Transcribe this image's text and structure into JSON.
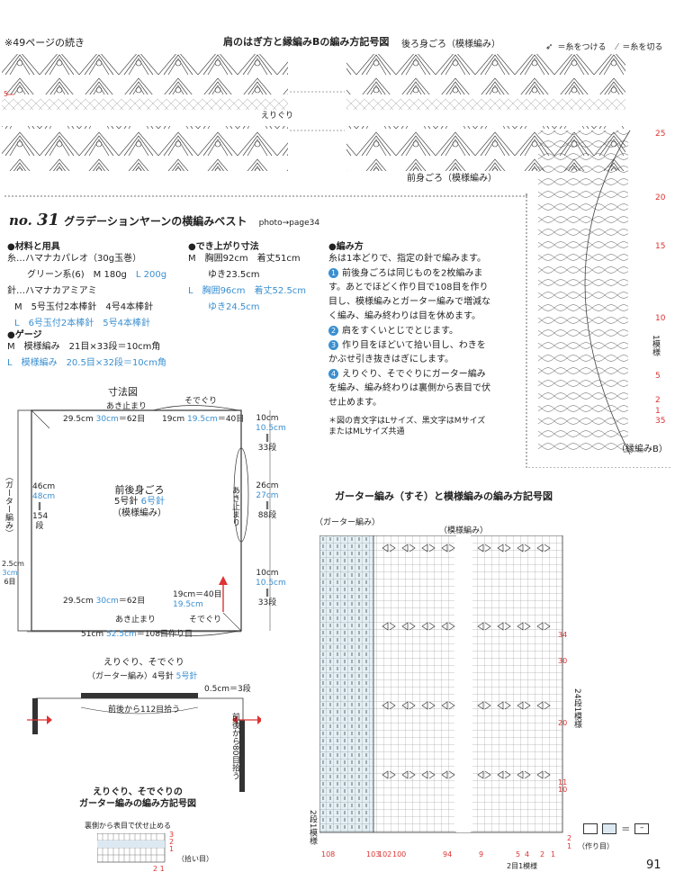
{
  "header": {
    "continued": "※49ページの続き",
    "title_top": "肩のはぎ方と縁編みBの編み方記号図",
    "legend_attach": "＝糸をつける",
    "legend_cut": "＝糸を切る"
  },
  "top_chart": {
    "back_armhole": "後ろ身ごろ（模様編み）",
    "front_armhole": "前身ごろ（模様編み）",
    "neck": "えりぐり",
    "left_marker": "5",
    "right_numbers": [
      "25",
      "20",
      "15",
      "10",
      "5",
      "2",
      "1",
      "35"
    ],
    "pattern_unit": "1模様",
    "edging": "（縁編みB）"
  },
  "work": {
    "no": "no.",
    "num": "31",
    "title": "グラデーションヤーンの横編みベスト",
    "photo": "photo→page34"
  },
  "materials": {
    "heading": "●材料と用具",
    "yarn1": "糸…ハマナカパレオ（30g玉巻）",
    "yarn2_prefix": "グリーン系(6)　M 180g",
    "yarn2_l": "L 200g",
    "needle1": "針…ハマナカアミアミ",
    "needle2": "M　5号玉付2本棒針　4号4本棒針",
    "needle3": "L　6号玉付2本棒針　5号4本棒針"
  },
  "gauge": {
    "heading": "●ゲージ",
    "m": "M　模様編み　21目×33段＝10cm角",
    "l": "L　模様編み　20.5目×32段＝10cm角"
  },
  "finished": {
    "heading": "●でき上がり寸法",
    "m1": "M　胸囲92cm　着丈51cm",
    "m2": "ゆき23.5cm",
    "l1": "L　胸囲96cm　着丈52.5cm",
    "l2": "ゆき24.5cm"
  },
  "method": {
    "heading": "●編み方",
    "intro": "糸は1本どりで、指定の針で編みます。",
    "s1a": "前後身ごろは同じものを2枚編みま",
    "s1b": "す。あとでほどく作り目で108目を作り",
    "s1c": "目し、模様編みとガーター編みで増減な",
    "s1d": "く編み、編み終わりは目を休めます。",
    "s2": "肩をすくいとじでとじます。",
    "s3a": "作り目をほどいて拾い目し、わきを",
    "s3b": "かぶせ引き抜きはぎにします。",
    "s4a": "えりぐり、そでぐりにガーター編み",
    "s4b": "を編み、編み終わりは裏側から表目で伏",
    "s4c": "せ止めます。",
    "note1": "＊図の青文字はLサイズ、黒文字はMサイズ",
    "note2": "またはMLサイズ共通",
    "n1": "1",
    "n2": "2",
    "n3": "3",
    "n4": "4"
  },
  "size_chart": {
    "title": "寸法図",
    "open_top": "あき止まり",
    "sleeve_top": "そでぐり",
    "top_w_m": "29.5cm",
    "top_w_l": "30cm",
    "top_w_st": "＝62目",
    "top_r_m": "19cm",
    "top_r_l": "19.5cm",
    "top_r_st": "＝40目",
    "r1_m": "10cm",
    "r1_l": "10.5cm",
    "r1_st": "33段",
    "r2_m": "26cm",
    "r2_l": "27cm",
    "r2_st": "88段",
    "r3_m": "10cm",
    "r3_l": "10.5cm",
    "r3_st": "33段",
    "left_m": "46cm",
    "left_l": "48cm",
    "left_st": "154段",
    "garter_side": "（ガーター編み）",
    "edge_m": "2.5cm",
    "edge_l": "3cm",
    "edge_st": "6目",
    "body_title": "前後身ごろ",
    "body_needle_m": "5号針",
    "body_needle_l": "6号針",
    "body_pattern": "（模様編み）",
    "open_side": "あき止まり",
    "bot_w_m": "29.5cm",
    "bot_w_l": "30cm",
    "bot_w_st": "＝62目",
    "bot_r_m": "19cm",
    "bot_r_l": "19.5cm",
    "bot_r_st": "＝40目",
    "open_bottom": "あき止まり",
    "sleeve_bottom": "そでぐり",
    "total_m": "51cm",
    "total_l": "52.5cm",
    "total_st": "＝108目作り目"
  },
  "neck_chart": {
    "title": "えりぐり、そでぐり",
    "sub_prefix": "（ガーター編み）4号針",
    "sub_l": "5号針",
    "band": "0.5cm＝3段",
    "pickup": "前後から112目拾う",
    "side_pickup": "前後から80目拾う"
  },
  "small_chart": {
    "title1": "えりぐり、そでぐりの",
    "title2": "ガーター編みの編み方記号図",
    "bindoff": "裏側から表目で伏せ止める",
    "rows": [
      "3",
      "2",
      "1"
    ],
    "pick": "（拾い目）",
    "cols": [
      "2",
      "1"
    ]
  },
  "big_chart": {
    "title": "ガーター編み（すそ）と模様編みの編み方記号図",
    "garter": "（ガーター編み）",
    "pattern": "（模様編み）",
    "right_rows": [
      "34",
      "30",
      "20",
      "11",
      "10",
      "2",
      "1"
    ],
    "unit": "24段1模様",
    "left_unit": "2段1模様",
    "bottom_cols": [
      "108",
      "103",
      "102",
      "100",
      "94",
      "9",
      "5",
      "4",
      "2",
      "1"
    ],
    "bottom_unit": "2目1模様",
    "cast_on": "（作り目）",
    "sym_equals": "＝"
  },
  "footer": {
    "page": "91"
  }
}
